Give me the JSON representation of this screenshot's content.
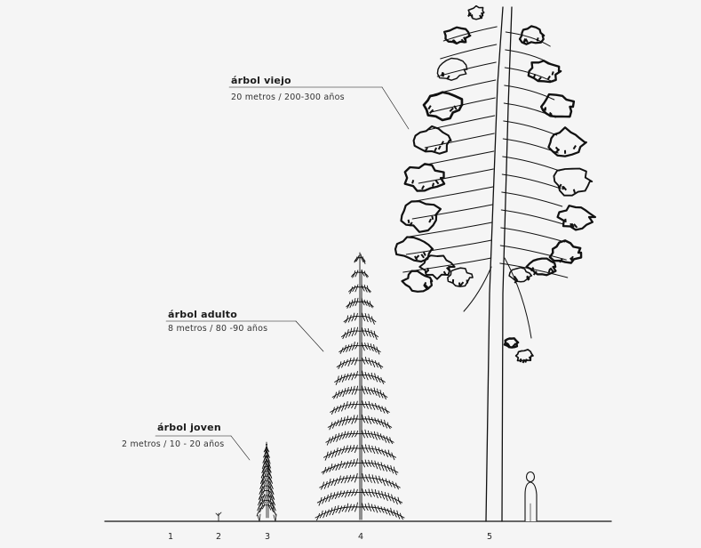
{
  "labels": {
    "old": {
      "title": "árbol viejo",
      "subtitle": "20 metros / 200-300 años"
    },
    "adult": {
      "title": "árbol adulto",
      "subtitle": "8 metros / 80 -90 años"
    },
    "young": {
      "title": "árbol joven",
      "subtitle": "2 metros / 10 - 20 años"
    }
  },
  "stages": [
    "1",
    "2",
    "3",
    "4",
    "5"
  ],
  "colors": {
    "background": "#f5f5f5",
    "ink": "#111111"
  }
}
